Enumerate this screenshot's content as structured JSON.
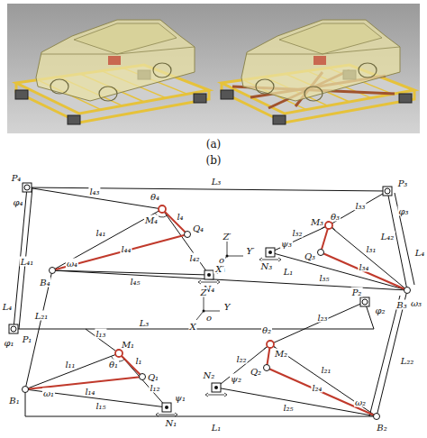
{
  "diagram": {
    "labels": [
      "(a)",
      "(b)",
      "P₄",
      "φ₄",
      "l₄₃",
      "θ₄",
      "M₄",
      "l₄₁",
      "l₄",
      "Q₄",
      "ω₄",
      "l₄₄",
      "l₄₂",
      "ψ₄",
      "N₄",
      "B₄",
      "l₄₅",
      "Z′",
      "Y′",
      "X′",
      "o",
      "L₄₁",
      "L₂₁",
      "L₄",
      "P₁",
      "φ₁",
      "L₃",
      "L₃",
      "L₁",
      "L₁",
      "P₃",
      "φ₃",
      "l₃₃",
      "θ₃",
      "M₃",
      "Q₃",
      "l₃₂",
      "l₃₁",
      "L₄₂",
      "L₄",
      "ω₃",
      "N₃",
      "ψ₃",
      "l₃₅",
      "P₂",
      "φ₂",
      "l₂₃",
      "l₃₄",
      "B₃",
      "θ₂",
      "M₂",
      "Q₂",
      "l₂₂",
      "l₂₁",
      "ω₂",
      "L₂₂",
      "N₂",
      "ψ₂",
      "l₂₄",
      "l₂₅",
      "B₂",
      "Z",
      "Y",
      "X",
      "o",
      "l₁₃",
      "θ₁",
      "M₁",
      "l₁₁",
      "l₁",
      "Q₁",
      "l₁₂",
      "ψ₁",
      "l₁₄",
      "ω₁",
      "l₁₅",
      "N₁",
      "B₁"
    ]
  }
}
